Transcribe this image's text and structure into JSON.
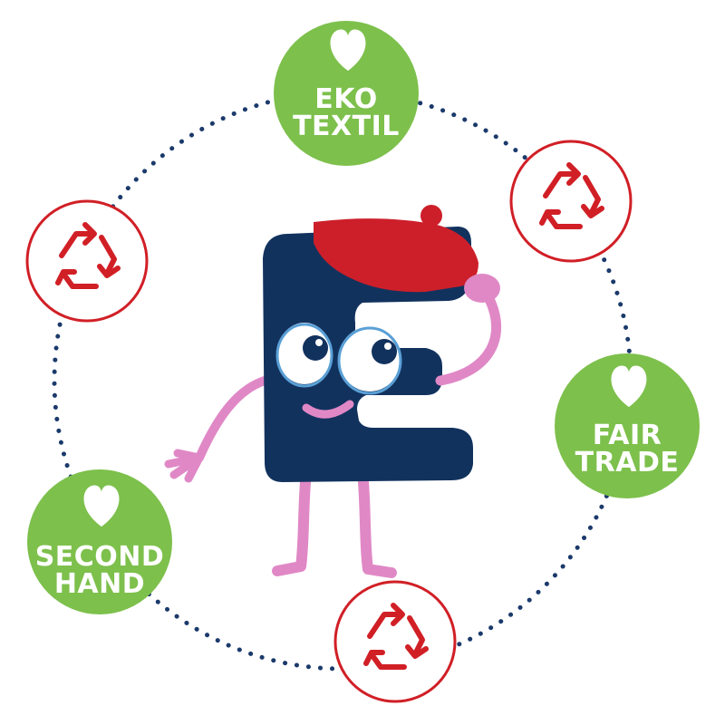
{
  "colors": {
    "green": "#7dc04c",
    "recycle_red": "#d11f26",
    "dot_navy": "#1b3a6b",
    "mascot_navy": "#12325e",
    "beret_red": "#cc1f2a",
    "limb_pink": "#e088c6",
    "eye_white": "#ffffff"
  },
  "badges": [
    {
      "id": "eko-textil",
      "lines": [
        "EKO",
        "TEXTIL"
      ],
      "icon": "heart-icon"
    },
    {
      "id": "fair-trade",
      "lines": [
        "FAIR",
        "TRADE"
      ],
      "icon": "heart-icon"
    },
    {
      "id": "second-hand",
      "lines": [
        "SECOND",
        "HAND"
      ],
      "icon": "heart-icon"
    }
  ],
  "recycle_badges": [
    {
      "id": "recycle-top-right",
      "icon": "recycle-icon"
    },
    {
      "id": "recycle-left",
      "icon": "recycle-icon"
    },
    {
      "id": "recycle-bottom",
      "icon": "recycle-icon"
    }
  ],
  "mascot": {
    "icon": "letter-e-mascot"
  }
}
